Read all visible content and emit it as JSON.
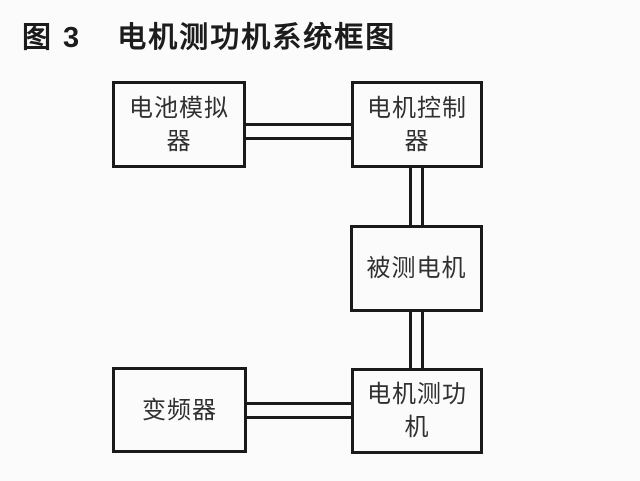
{
  "figure": {
    "label": "图 3",
    "title": "电机测功机系统框图"
  },
  "diagram": {
    "boxes": [
      {
        "id": "battery-simulator",
        "lines": [
          "电池模拟",
          "器"
        ]
      },
      {
        "id": "motor-controller",
        "lines": [
          "电机控制",
          "器"
        ]
      },
      {
        "id": "motor-under-test",
        "lines": [
          "被测电机"
        ]
      },
      {
        "id": "inverter",
        "lines": [
          "变频器"
        ]
      },
      {
        "id": "motor-dynamometer",
        "lines": [
          "电机测功",
          "机"
        ]
      }
    ],
    "connections": [
      {
        "from": "battery-simulator",
        "to": "motor-controller",
        "style": "double-line",
        "orientation": "horizontal"
      },
      {
        "from": "motor-controller",
        "to": "motor-under-test",
        "style": "double-line",
        "orientation": "vertical"
      },
      {
        "from": "motor-under-test",
        "to": "motor-dynamometer",
        "style": "double-line",
        "orientation": "vertical"
      },
      {
        "from": "inverter",
        "to": "motor-dynamometer",
        "style": "double-line",
        "orientation": "horizontal"
      }
    ],
    "colors": {
      "line": "#1a1a1a",
      "box_text": "#303030",
      "caption_text": "#1c1c1c",
      "background": "#fbfbfb"
    }
  }
}
